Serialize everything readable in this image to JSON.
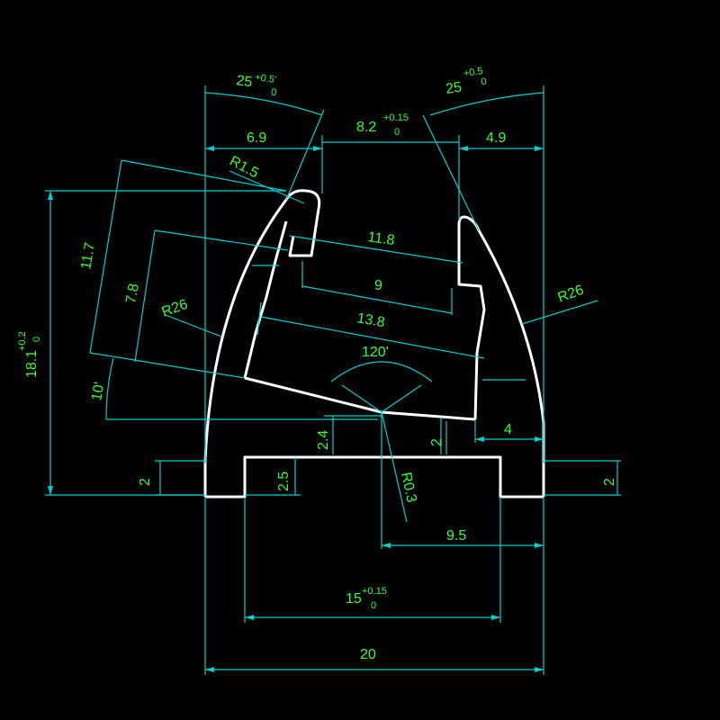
{
  "colors": {
    "background": "#000000",
    "profile": "#ffffff",
    "dimension_lines": "#00d0d0",
    "dimension_text": "#33ff33"
  },
  "dimensions": {
    "angle_left": "25",
    "angle_left_tol_upper": "+0.5'",
    "angle_left_tol_lower": "0",
    "angle_right": "25",
    "angle_right_tol_upper": "+0.5",
    "angle_right_tol_lower": "0",
    "top_left_width": "6.9",
    "top_center_opening": "8.2",
    "top_center_tol_upper": "+0.15",
    "top_center_tol_lower": "0",
    "top_right_width": "4.9",
    "tip_radius": "R1.5",
    "slanted_11_7": "11.7",
    "slanted_7_8": "7.8",
    "angle_10": "10'",
    "outer_radius_left": "R26",
    "outer_radius_right": "R26",
    "inner_11_8": "11.8",
    "inner_9": "9",
    "inner_13_8": "13.8",
    "angle_120": "120'",
    "height_total": "18.1",
    "height_tol_upper": "+0.2",
    "height_tol_lower": "0",
    "step_2_4": "2.4",
    "step_2_right": "2",
    "width_4": "4",
    "foot_left_2": "2",
    "foot_right_2": "2",
    "slot_depth_2_5": "2.5",
    "bottom_radius": "R0.3",
    "half_width_9_5": "9.5",
    "slot_width": "15",
    "slot_width_tol_upper": "+0.15",
    "slot_width_tol_lower": "0",
    "total_width": "20"
  }
}
